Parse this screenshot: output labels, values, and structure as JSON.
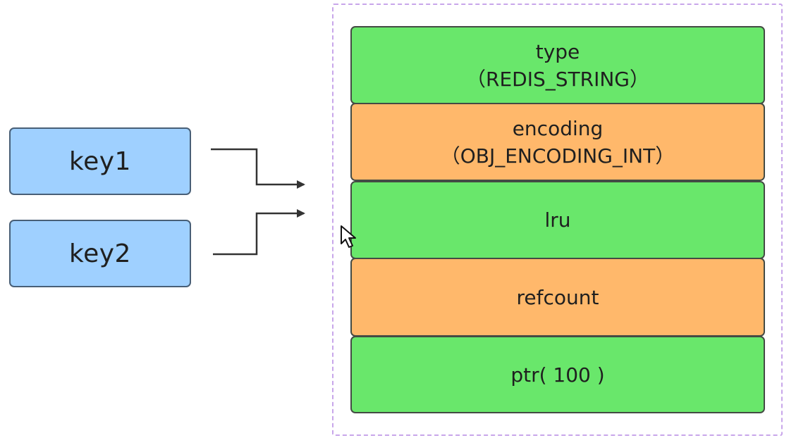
{
  "keys": [
    {
      "label": "key1"
    },
    {
      "label": "key2"
    }
  ],
  "redis_object": {
    "fields": [
      {
        "name": "type",
        "value": "（REDIS_STRING）",
        "color": "#69e76b"
      },
      {
        "name": "encoding",
        "value": "（OBJ_ENCODING_INT）",
        "color": "#ffb86b"
      },
      {
        "name": "lru",
        "value": "",
        "color": "#69e76b"
      },
      {
        "name": "refcount",
        "value": "",
        "color": "#ffb86b"
      },
      {
        "name": "ptr( 100 )",
        "value": "",
        "color": "#69e76b"
      }
    ]
  },
  "colors": {
    "key_fill": "#9fd0ff",
    "key_border": "#485f77",
    "green_field": "#69e76b",
    "orange_field": "#ffb86b",
    "object_border": "#c8a6ea"
  }
}
